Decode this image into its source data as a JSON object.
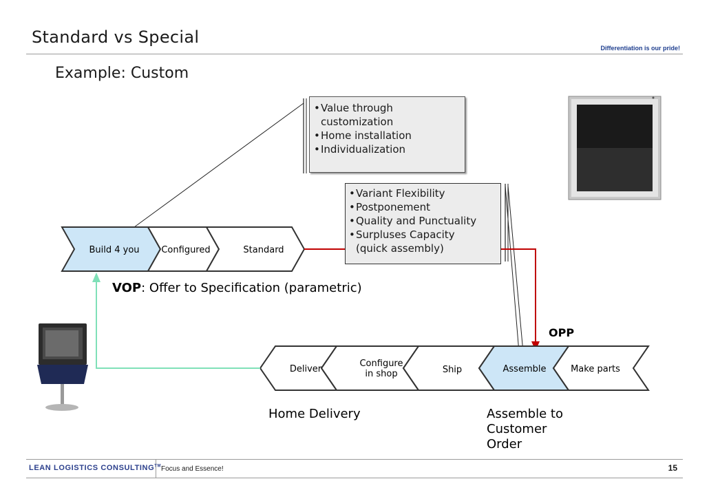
{
  "header": {
    "title": "Standard vs Special",
    "tagline": "Differentiation is our pride!",
    "subtitle": "Example: Custom"
  },
  "callouts": {
    "top": [
      "Value through",
      "customization",
      "Home installation",
      "Individualization"
    ],
    "middle": [
      "Variant Flexibility",
      "Postponement",
      "Quality and Punctuality",
      "Surpluses Capacity",
      "(quick assembly)"
    ]
  },
  "diagram": {
    "top_chain": [
      "Build 4 you",
      "Configured",
      "Standard"
    ],
    "vop_bold": "VOP",
    "vop_text": ": Offer to Specification (parametric)",
    "opp_label": "OPP",
    "bottom_chain": [
      {
        "lines": [
          "Deliver"
        ]
      },
      {
        "lines": [
          "Configure",
          "in shop"
        ]
      },
      {
        "lines": [
          "Ship"
        ]
      },
      {
        "lines": [
          "Assemble"
        ]
      },
      {
        "lines": [
          "Make parts"
        ]
      }
    ],
    "home_delivery": "Home Delivery",
    "assemble_order": [
      "Assemble to",
      "Customer",
      "Order"
    ],
    "colors": {
      "highlight_fill": "#cde6f7",
      "red_arrow": "#c00000",
      "green_arrow": "#7fe0b8"
    }
  },
  "footer": {
    "brand": "LEAN LOGISTICS CONSULTING",
    "tm": "TM",
    "motto": "Focus and Essence!",
    "page_number": "15"
  }
}
